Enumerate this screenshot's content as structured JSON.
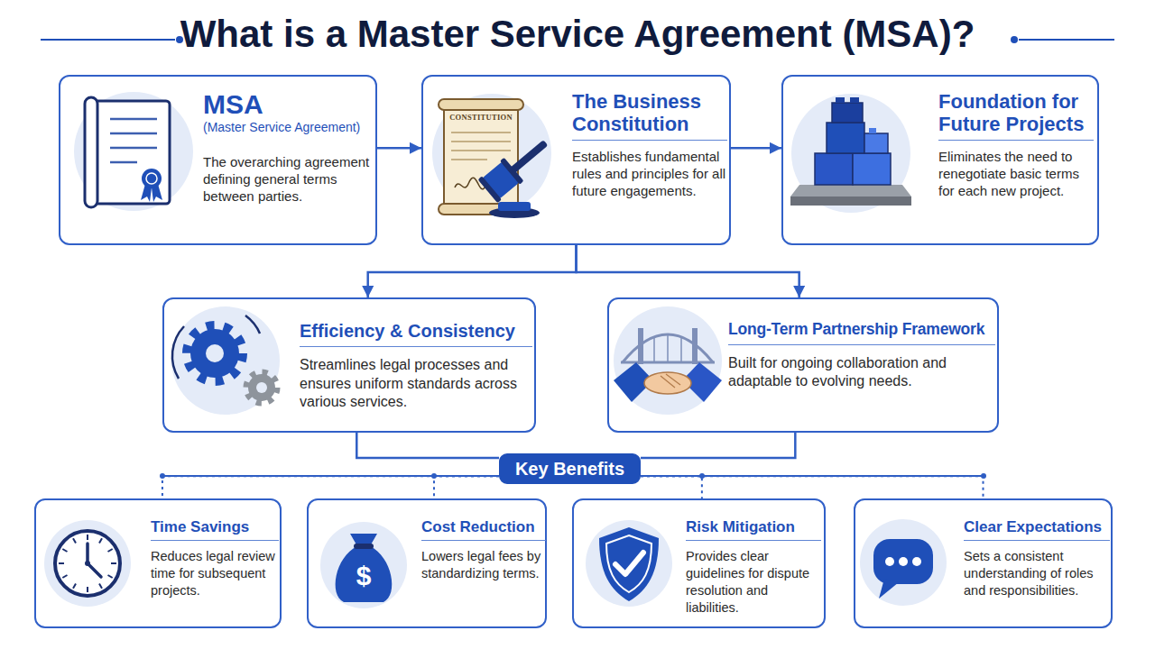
{
  "diagram": {
    "title": "What is a Master Service Agreement (MSA)?",
    "nodes": [
      {
        "text": [
          "MSA",
          "(Master Service Agreement)",
          "The overarching agreement defining general terms between parties."
        ]
      },
      {
        "text": [
          "The Business Constitution",
          "Establishes fundamental rules and principles for all future engagements."
        ]
      },
      {
        "text": [
          "Foundation for Future Projects",
          "Eliminates the need to renegotiate basic terms for each new project."
        ]
      },
      {
        "text": [
          "Efficiency & Consistency",
          "Streamlines legal processes and ensures uniform standards across various services."
        ]
      },
      {
        "text": [
          "Long-Term Partnership Framework",
          "Built for ongoing collaboration and adaptable to evolving needs."
        ]
      },
      {
        "text": [
          "Key Benefits"
        ]
      },
      {
        "text": [
          "Time Savings",
          "Reduces legal review time for subsequent projects."
        ]
      },
      {
        "text": [
          "Cost Reduction",
          "Lowers legal fees by standardizing terms."
        ]
      },
      {
        "text": [
          "Risk Mitigation",
          "Provides clear guidelines for dispute resolution and liabilities."
        ]
      },
      {
        "text": [
          "Clear Expectations",
          "Sets a consistent understanding of roles and responsibilities."
        ]
      }
    ],
    "edges": [
      {
        "from": 0,
        "to": 1,
        "arrow": "to"
      },
      {
        "from": 1,
        "to": 2,
        "arrow": "to"
      },
      {
        "from": 1,
        "to": 3,
        "arrow": "to"
      },
      {
        "from": 1,
        "to": 4,
        "arrow": "to"
      },
      {
        "from": 3,
        "to": 5,
        "arrow": "none"
      },
      {
        "from": 4,
        "to": 5,
        "arrow": "none"
      },
      {
        "from": 5,
        "to": 6,
        "arrow": "none"
      },
      {
        "from": 5,
        "to": 7,
        "arrow": "none"
      },
      {
        "from": 5,
        "to": 8,
        "arrow": "none"
      },
      {
        "from": 5,
        "to": 9,
        "arrow": "none"
      }
    ],
    "labels": [
      "CONSTITUTION",
      "$"
    ]
  }
}
